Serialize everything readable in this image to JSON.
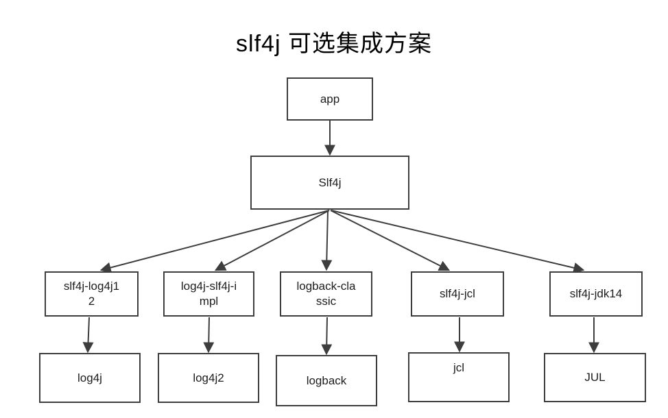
{
  "title": "slf4j 可选集成方案",
  "nodes": {
    "app": {
      "label": "app"
    },
    "slf4j": {
      "label": "Slf4j"
    },
    "adapters": [
      {
        "id": "slf4j-log4j12",
        "label": "slf4j-log4j12"
      },
      {
        "id": "log4j-slf4j-impl",
        "label": "log4j-slf4j-impl"
      },
      {
        "id": "logback-classic",
        "label": "logback-classic"
      },
      {
        "id": "slf4j-jcl",
        "label": "slf4j-jcl"
      },
      {
        "id": "slf4j-jdk14",
        "label": "slf4j-jdk14"
      }
    ],
    "implementations": [
      {
        "id": "log4j",
        "label": "log4j"
      },
      {
        "id": "log4j2",
        "label": "log4j2"
      },
      {
        "id": "logback",
        "label": "logback"
      },
      {
        "id": "jcl",
        "label": "jcl"
      },
      {
        "id": "JUL",
        "label": "JUL"
      }
    ]
  },
  "edges": [
    {
      "from": "app",
      "to": "Slf4j"
    },
    {
      "from": "Slf4j",
      "to": "slf4j-log4j12"
    },
    {
      "from": "Slf4j",
      "to": "log4j-slf4j-impl"
    },
    {
      "from": "Slf4j",
      "to": "logback-classic"
    },
    {
      "from": "Slf4j",
      "to": "slf4j-jcl"
    },
    {
      "from": "Slf4j",
      "to": "slf4j-jdk14"
    },
    {
      "from": "slf4j-log4j12",
      "to": "log4j"
    },
    {
      "from": "log4j-slf4j-impl",
      "to": "log4j2"
    },
    {
      "from": "logback-classic",
      "to": "logback"
    },
    {
      "from": "slf4j-jcl",
      "to": "jcl"
    },
    {
      "from": "slf4j-jdk14",
      "to": "JUL"
    }
  ],
  "colors": {
    "border": "#3d3d3d",
    "arrow": "#3d3d3d",
    "text": "#1c1c1c",
    "background": "#ffffff"
  }
}
